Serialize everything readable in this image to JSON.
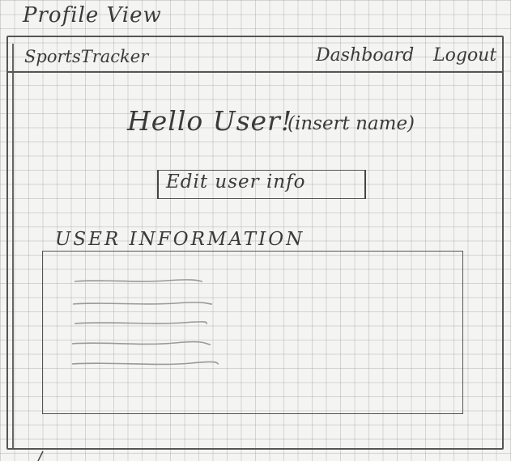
{
  "page": {
    "title": "Profile View"
  },
  "navbar": {
    "brand": "SportsTracker",
    "links": [
      {
        "label": "Dashboard"
      },
      {
        "label": "Logout"
      }
    ]
  },
  "main": {
    "greeting": "Hello User!",
    "greeting_note": "(insert name)",
    "edit_button_label": "Edit user info",
    "section_heading": "USER INFORMATION",
    "info_placeholder_line_count": 5
  }
}
